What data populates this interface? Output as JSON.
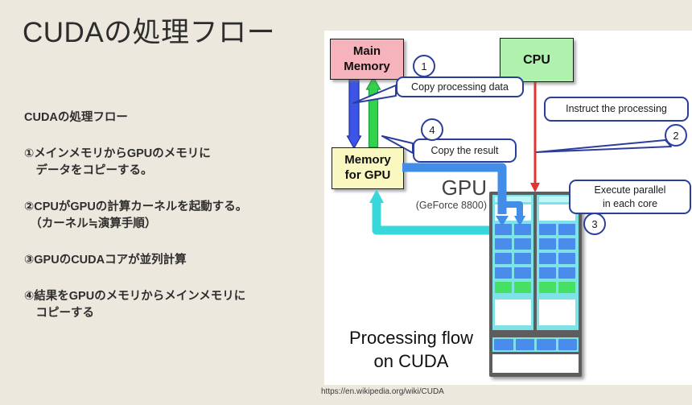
{
  "slide": {
    "title": "CUDAの処理フロー",
    "paragraphs": [
      "CUDAの処理フロー",
      "①メインメモリからGPUのメモリに\n　データをコピーする。",
      "②CPUがGPUの計算カーネルを起動する。\n　（カーネル≒演算手順）",
      "③GPUのCUDAコアが並列計算",
      "④結果をGPUのメモリからメインメモリに\n　コピーする"
    ],
    "source_url": "https://en.wikipedia.org/wiki/CUDA",
    "background_color": "#ece8dd"
  },
  "diagram": {
    "boxes": {
      "main_memory": {
        "label": "Main\nMemory",
        "fill": "#f7b3bb"
      },
      "cpu": {
        "label": "CPU",
        "fill": "#aef2ae"
      },
      "gpu_memory": {
        "label": "Memory\nfor GPU",
        "fill": "#f8f8c0"
      }
    },
    "gpu": {
      "label": "GPU",
      "sublabel": "(GeForce 8800)",
      "columns": 2,
      "cells_per_row": 2,
      "core_row_colors": [
        "#4a8cec",
        "#4a8cec",
        "#4a8cec",
        "#4a8cec",
        "#46e065"
      ],
      "bottom_cells": 4,
      "bottom_cell_color": "#4a8cec"
    },
    "callouts": [
      {
        "num": "1",
        "label": "Copy processing data"
      },
      {
        "num": "2",
        "label": "Instruct the processing"
      },
      {
        "num": "3",
        "label": "Execute parallel\nin each core"
      },
      {
        "num": "4",
        "label": "Copy the result"
      }
    ],
    "caption": "Processing flow\non CUDA",
    "colors": {
      "arrow_blue": "#3c55e6",
      "arrow_blue_edge": "#1d2f9e",
      "arrow_green": "#32d24c",
      "arrow_green_edge": "#169c38",
      "arrow_red": "#e23333",
      "pipe_blue": "#418de8",
      "pipe_cyan": "#38d8da",
      "callout_border": "#2c3e9c"
    }
  }
}
